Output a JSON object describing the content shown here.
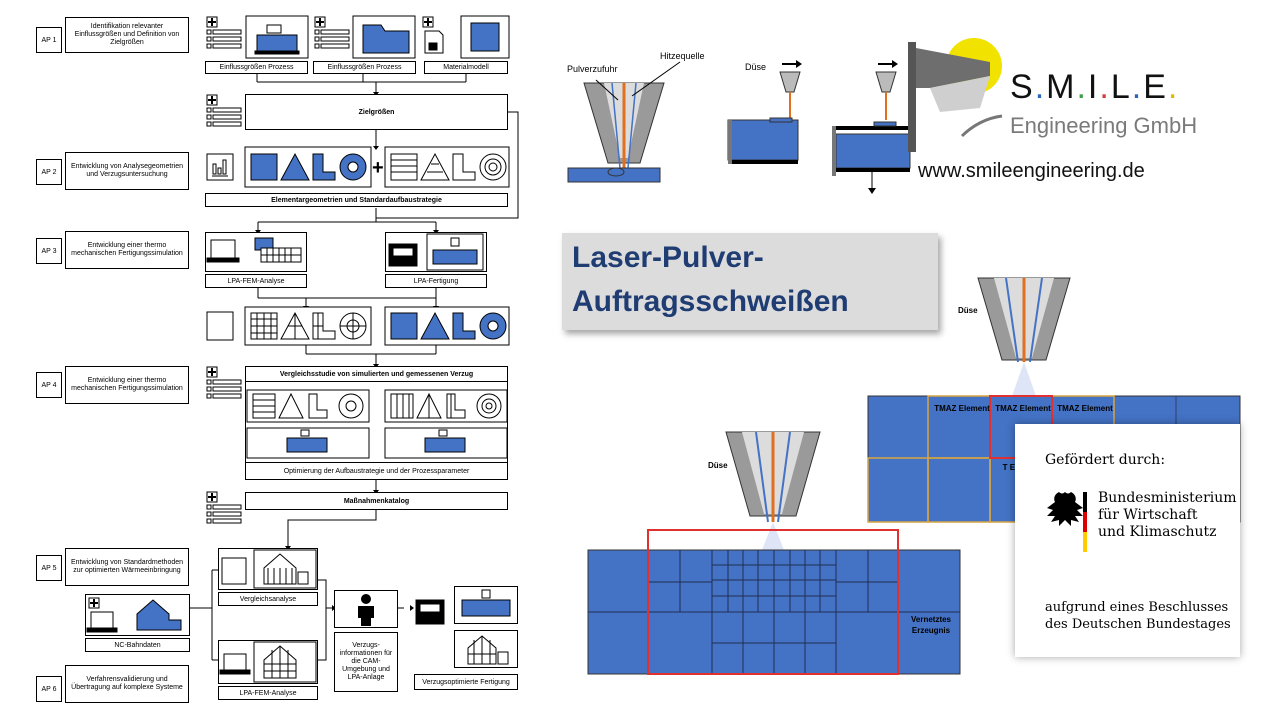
{
  "flow": {
    "ap1": {
      "id": "AP 1",
      "text": "Identifikation relevanter Einflussgrößen und Definition von Zielgrößen"
    },
    "ap2": {
      "id": "AP 2",
      "text": "Entwicklung von Analysegeometrien und Verzugsuntersuchung"
    },
    "ap3": {
      "id": "AP 3",
      "text": "Entwicklung einer thermo mechanischen Fertigungssimulation"
    },
    "ap4": {
      "id": "AP 4",
      "text": "Entwicklung einer thermo mechanischen Fertigungssimulation"
    },
    "ap5": {
      "id": "AP 5",
      "text": "Entwicklung von Standardmethoden zur optimierten Wärmeeinbringung"
    },
    "ap6": {
      "id": "AP 6",
      "text": "Verfahrensvalidierung und Übertragung auf komplexe Systeme"
    },
    "labels": {
      "einfluss1": "Einflussgrößen Prozess",
      "einfluss2": "Einflussgrößen Prozess",
      "material": "Materialmodell",
      "zielgroessen": "Zielgrößen",
      "element": "Elementargeometrien und Standardaufbaustrategie",
      "fem": "LPA-FEM-Analyse",
      "fertigung": "LPA-Fertigung",
      "vergleichsstudie": "Vergleichsstudie von simulierten und gemessenen Verzug",
      "optimierung": "Optimierung der Aufbaustrategie und der Prozessparameter",
      "massnahmen": "Maßnahmenkatalog",
      "vergleichsanalyse": "Vergleichsanalyse",
      "ncbahn": "NC-Bahndaten",
      "fem2": "LPA-FEM-Analyse",
      "verzugsinfo": "Verzugs-informationen für die CAM-Umgebung und LPA-Anlage",
      "verzugsopt": "Verzugsoptimierte Fertigung"
    }
  },
  "process": {
    "pulver": "Pulverzufuhr",
    "hitze": "Hitzequelle",
    "duese1": "Düse"
  },
  "company": {
    "name_letters": [
      "S",
      ".",
      "M",
      ".",
      "I",
      ".",
      "L",
      ".",
      "E",
      "."
    ],
    "subtitle": "Engineering GmbH",
    "url": "www.smileengineering.de"
  },
  "title": {
    "line1": "Laser-Pulver-",
    "line2": "Auftragsschweißen"
  },
  "mesh": {
    "duese_top": "Düse",
    "duese_bottom": "Düse",
    "tmaz1": "TMAZ Element",
    "tmaz2": "TMAZ Element",
    "tmaz3": "TMAZ Element",
    "partial": "T El",
    "vernetztes": "Vernetztes Erzeugnis"
  },
  "funder": {
    "intro": "Gefördert durch:",
    "ministry_l1": "Bundesministerium",
    "ministry_l2": "für Wirtschaft",
    "ministry_l3": "und Klimaschutz",
    "note_l1": "aufgrund eines Beschlusses",
    "note_l2": "des Deutschen Bundestages"
  },
  "colors": {
    "blue": "#4472c4",
    "title_blue": "#1f3d73",
    "mesh_red": "#e03030",
    "orange_border": "#d9a441"
  }
}
